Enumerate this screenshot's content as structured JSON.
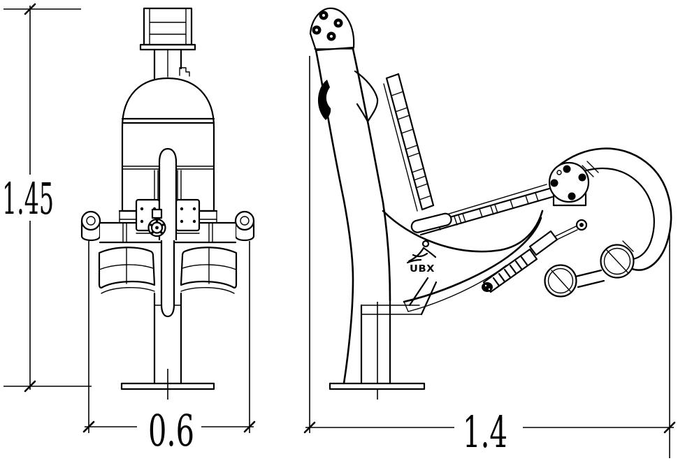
{
  "drawing": {
    "background_color": "#ffffff",
    "line_color": "#000000",
    "dimensions": {
      "height": "1.45",
      "width": "0.6",
      "depth": "1.4"
    },
    "logo_text": "UBX"
  }
}
